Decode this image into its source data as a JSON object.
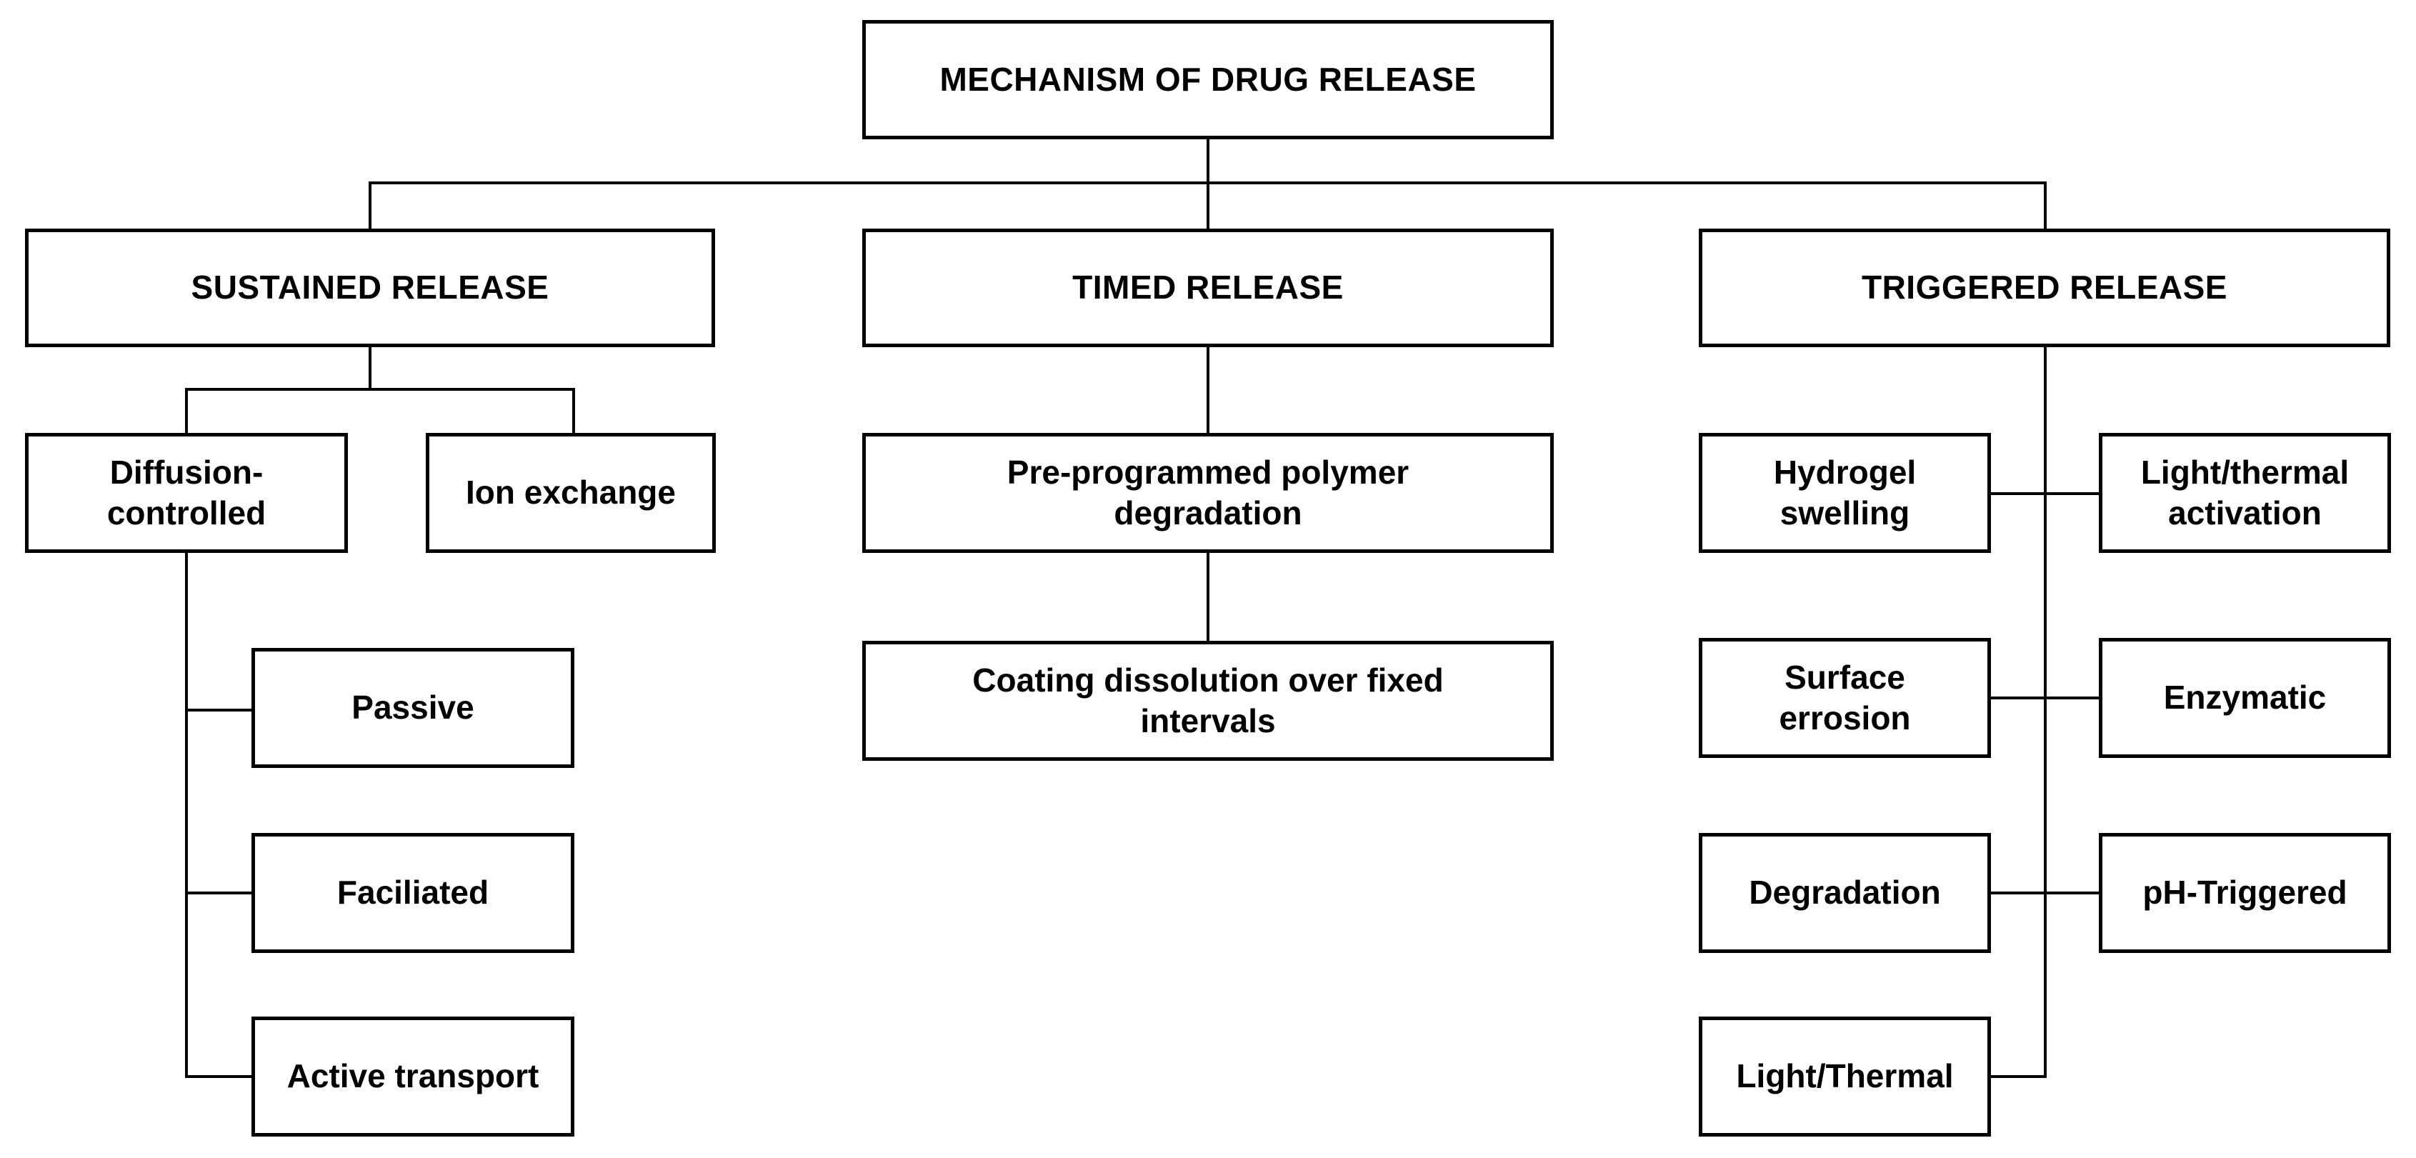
{
  "root": {
    "label": "MECHANISM OF DRUG RELEASE"
  },
  "sustained": {
    "label": "SUSTAINED RELEASE",
    "diffusion": "Diffusion-\ncontrolled",
    "ion_exchange": "Ion exchange",
    "passive": "Passive",
    "faciliated": "Faciliated",
    "active_transport": "Active transport"
  },
  "timed": {
    "label": "TIMED RELEASE",
    "polymer_degradation": "Pre-programmed polymer\ndegradation",
    "coating_dissolution": "Coating dissolution over fixed\nintervals"
  },
  "triggered": {
    "label": "TRIGGERED RELEASE",
    "hydrogel_swelling": "Hydrogel\nswelling",
    "light_thermal_activation": "Light/thermal\nactivation",
    "surface_errosion": "Surface\nerrosion",
    "enzymatic": "Enzymatic",
    "degradation": "Degradation",
    "ph_triggered": "pH-Triggered",
    "light_thermal": "Light/Thermal"
  }
}
